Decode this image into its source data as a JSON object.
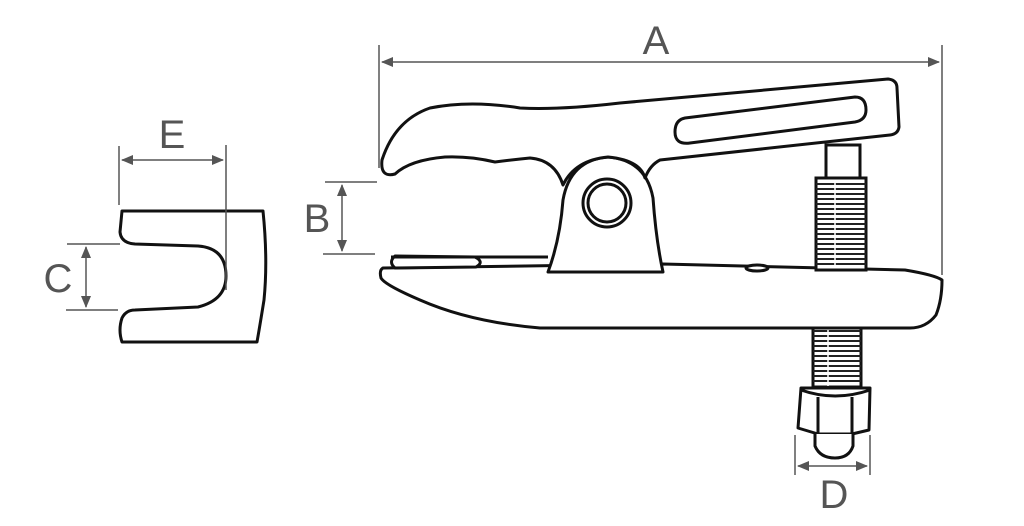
{
  "diagram": {
    "type": "technical-drawing",
    "subject": "ball joint separator tool with fork insert",
    "colors": {
      "outline": "#111111",
      "dimension": "#555555",
      "background": "#ffffff"
    },
    "dimensions": {
      "A": {
        "label": "A",
        "meaning": "overall length"
      },
      "B": {
        "label": "B",
        "meaning": "jaw opening"
      },
      "C": {
        "label": "C",
        "meaning": "fork slot width"
      },
      "D": {
        "label": "D",
        "meaning": "nut/bolt width"
      },
      "E": {
        "label": "E",
        "meaning": "fork depth"
      }
    }
  }
}
